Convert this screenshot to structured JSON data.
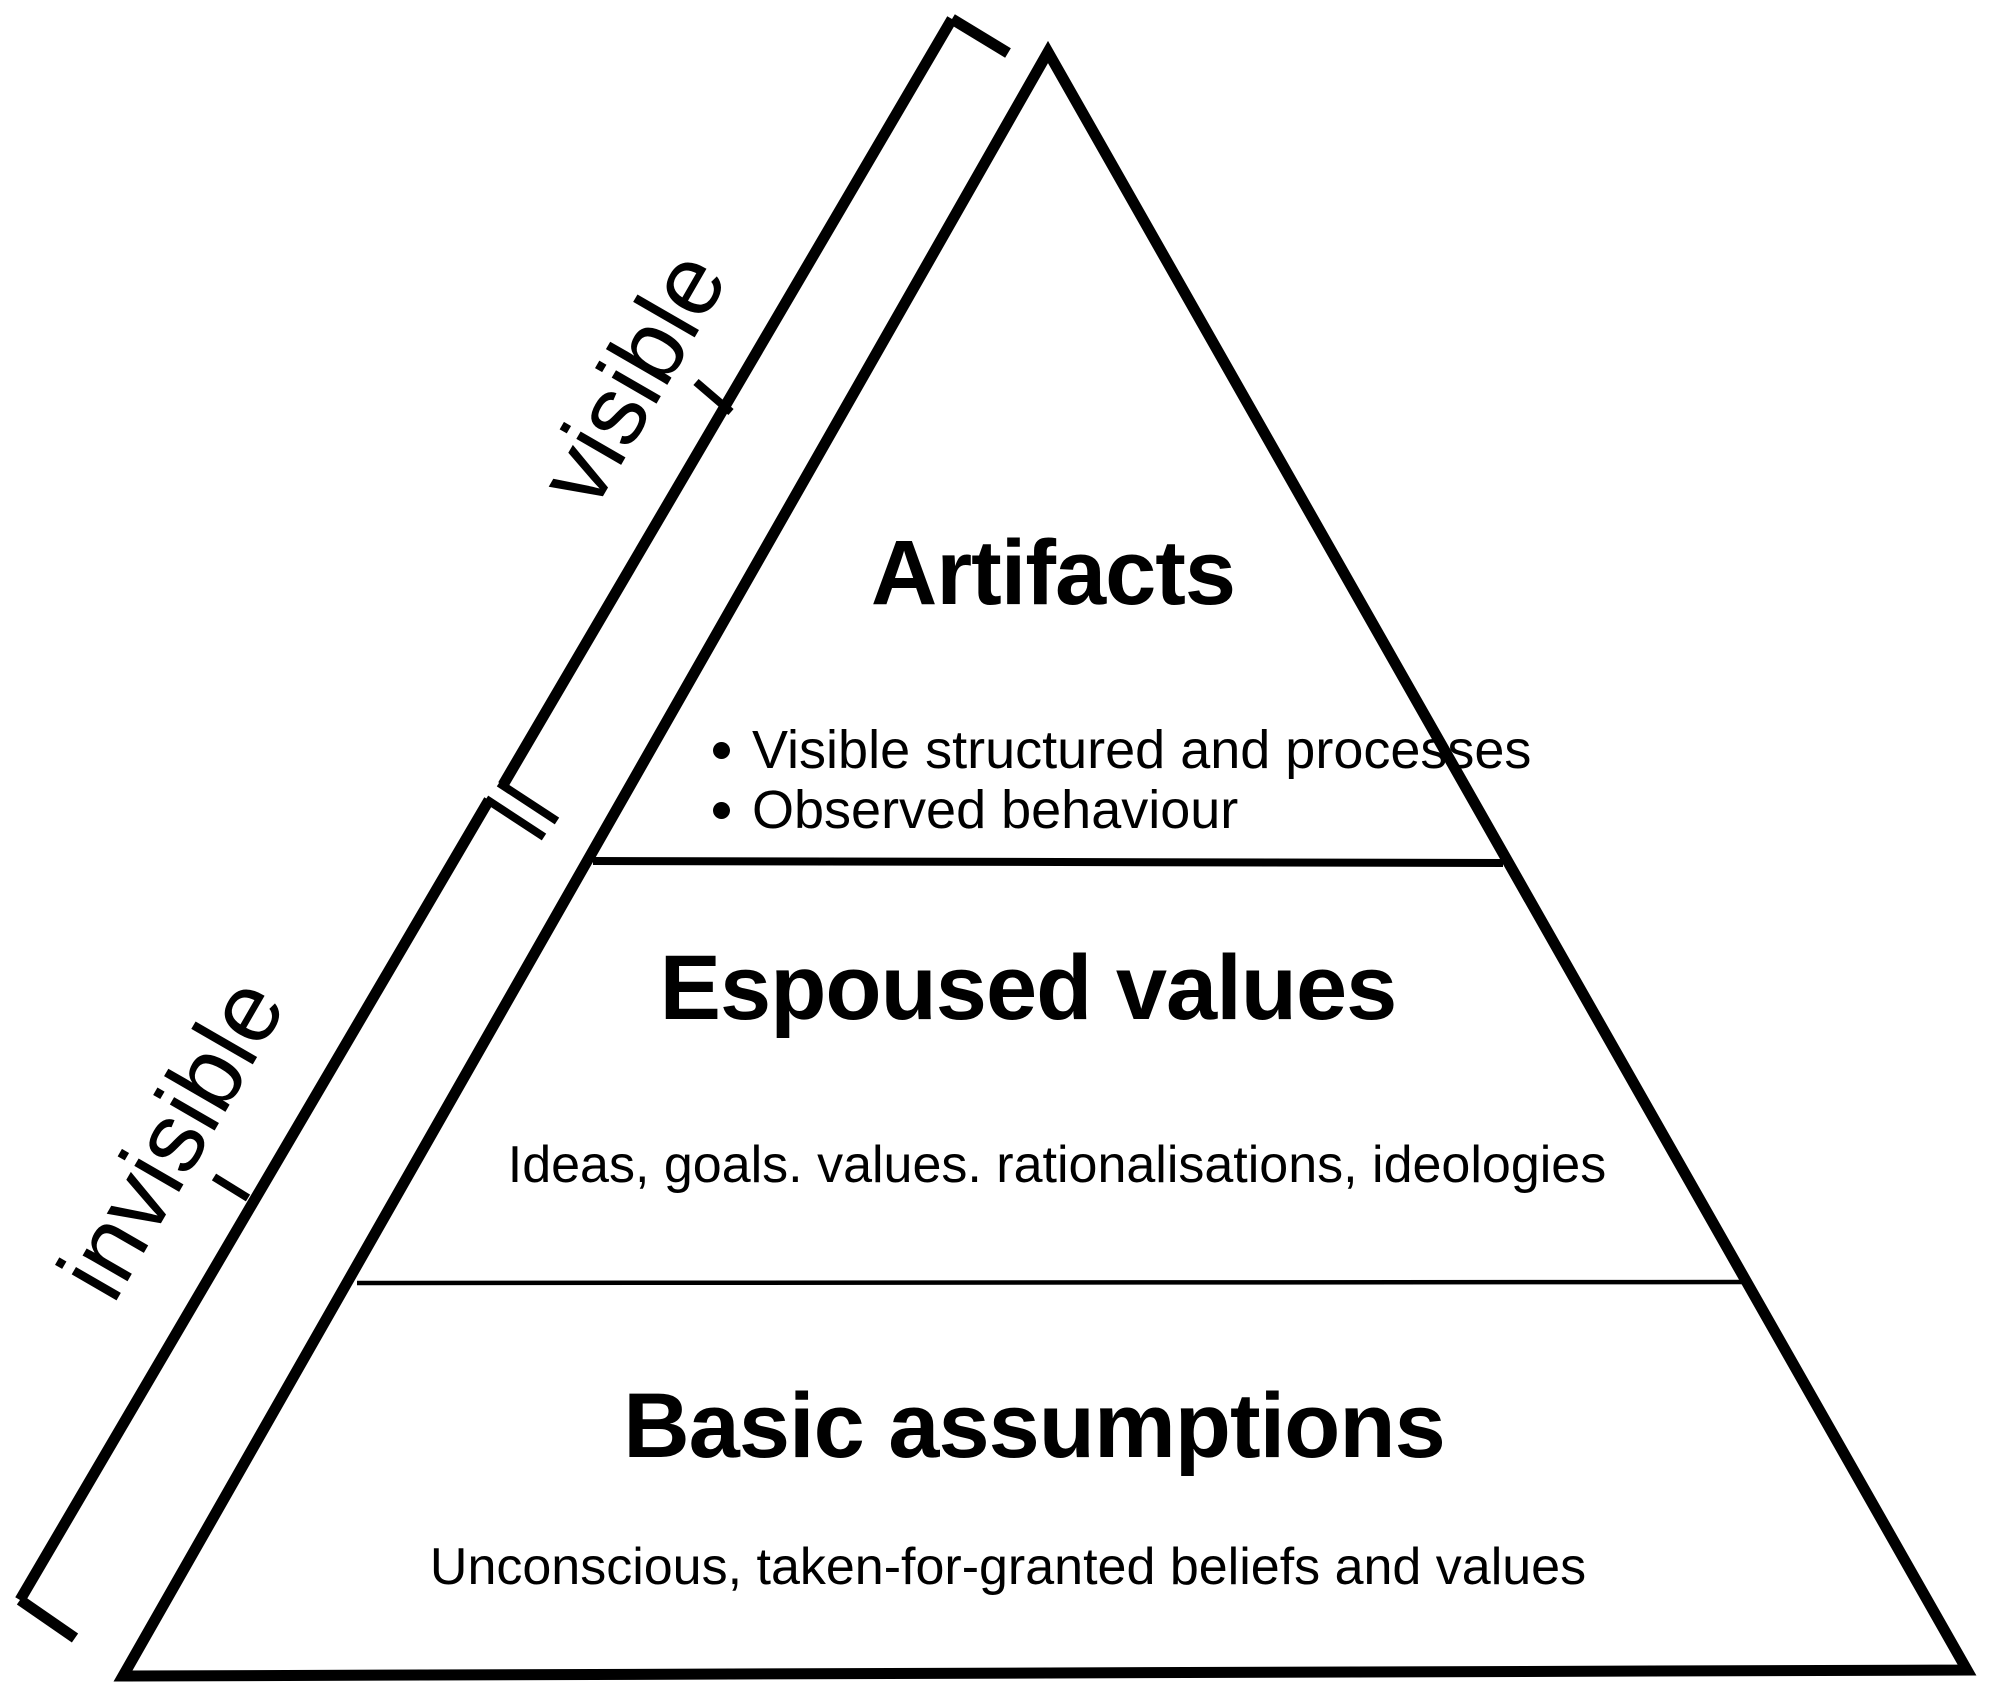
{
  "diagram": {
    "colors": {
      "line": "#000000",
      "background": "#ffffff"
    },
    "axis_labels": {
      "visible": "visible",
      "invisible": "invisible"
    },
    "levels": [
      {
        "name": "artifacts",
        "title": "Artifacts",
        "bullets": [
          "Visible structured and processes",
          "Observed behaviour"
        ]
      },
      {
        "name": "espoused-values",
        "title": "Espoused values",
        "description": "Ideas, goals. values. rationalisations, ideologies"
      },
      {
        "name": "basic-assumptions",
        "title": "Basic assumptions",
        "description": "Unconscious, taken-for-granted beliefs and values"
      }
    ]
  }
}
